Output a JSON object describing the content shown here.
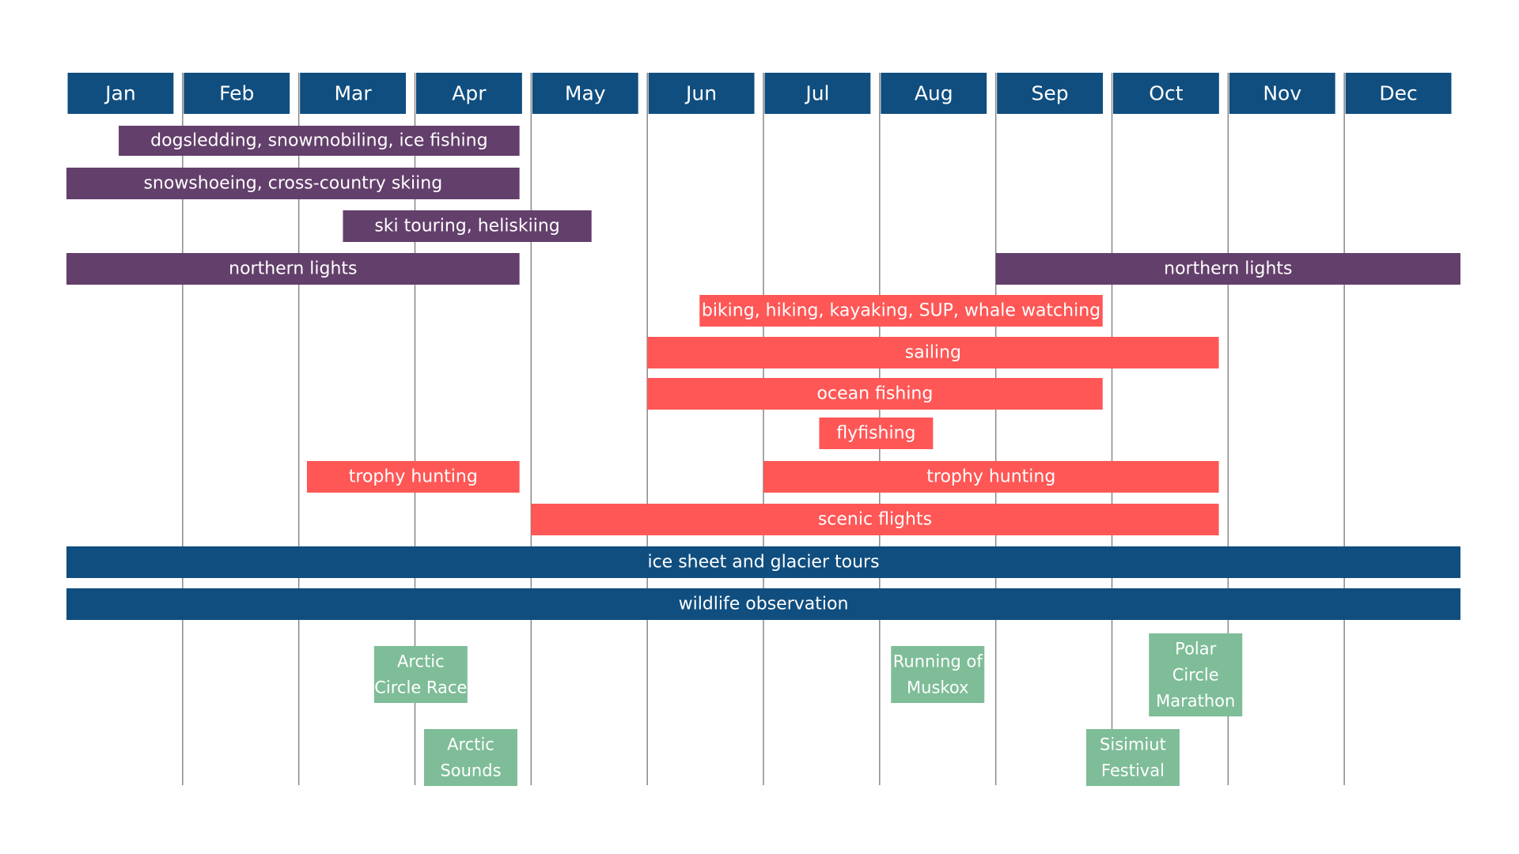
{
  "chart_data": {
    "type": "gantt",
    "title": "",
    "xlabel": "",
    "ylabel": "",
    "months": [
      "Jan",
      "Feb",
      "Mar",
      "Apr",
      "May",
      "Jun",
      "Jul",
      "Aug",
      "Sep",
      "Oct",
      "Nov",
      "Dec"
    ],
    "x_range_months": [
      0,
      12
    ],
    "grid": "vertical lines at month boundaries",
    "colors": {
      "header": "#104e7f",
      "winter": "#633f6b",
      "summer": "#fe5756",
      "year_round": "#104e7f",
      "event": "#7ebd98",
      "grid": "#888888",
      "text": "#ffffff"
    },
    "activities": [
      {
        "label": "dogsledding, snowmobiling, ice fishing",
        "start": 0.45,
        "end": 3.9,
        "group": "winter"
      },
      {
        "label": "snowshoeing, cross-country skiing",
        "start": 0.0,
        "end": 3.9,
        "group": "winter"
      },
      {
        "label": "ski touring, heliskiing",
        "start": 2.38,
        "end": 4.52,
        "group": "winter"
      },
      {
        "label": "northern lights",
        "start": 0.0,
        "end": 3.9,
        "group": "winter"
      },
      {
        "label": "northern lights",
        "start": 8.0,
        "end": 12.0,
        "group": "winter"
      },
      {
        "label": "biking, hiking, kayaking, SUP, whale watching",
        "start": 5.45,
        "end": 8.92,
        "group": "summer"
      },
      {
        "label": "sailing",
        "start": 5.0,
        "end": 9.92,
        "group": "summer"
      },
      {
        "label": "ocean fishing",
        "start": 5.0,
        "end": 8.92,
        "group": "summer"
      },
      {
        "label": "flyfishing",
        "start": 6.48,
        "end": 7.46,
        "group": "summer"
      },
      {
        "label": "trophy hunting",
        "start": 2.07,
        "end": 3.9,
        "group": "summer"
      },
      {
        "label": "trophy hunting",
        "start": 6.0,
        "end": 9.92,
        "group": "summer"
      },
      {
        "label": "scenic flights",
        "start": 4.0,
        "end": 9.92,
        "group": "summer"
      },
      {
        "label": "ice sheet and glacier tours",
        "start": 0.0,
        "end": 12.0,
        "group": "year_round"
      },
      {
        "label": "wildlife observation",
        "start": 0.0,
        "end": 12.0,
        "group": "year_round"
      }
    ],
    "events": [
      {
        "lines": [
          "Arctic",
          "Circle Race"
        ],
        "month_center": 3.05
      },
      {
        "lines": [
          "Running of",
          "Muskox"
        ],
        "month_center": 7.5
      },
      {
        "lines": [
          "Polar",
          "Circle",
          "Marathon"
        ],
        "month_center": 9.72
      },
      {
        "lines": [
          "Arctic",
          "Sounds"
        ],
        "month_center": 3.48
      },
      {
        "lines": [
          "Sisimiut",
          "Festival"
        ],
        "month_center": 9.18
      }
    ]
  }
}
